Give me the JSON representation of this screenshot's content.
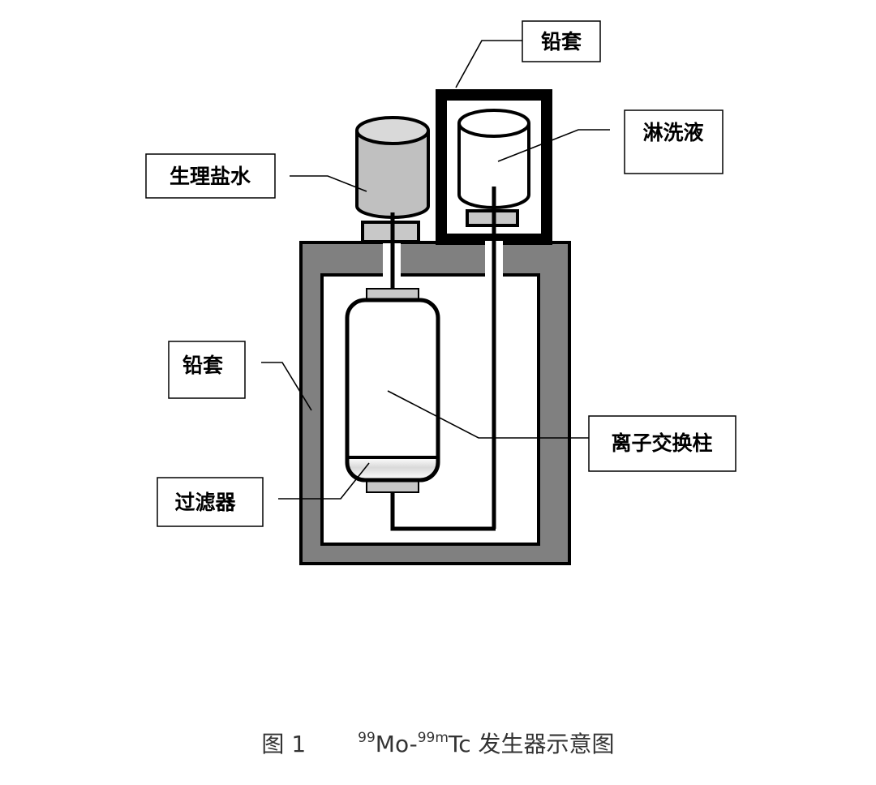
{
  "labels": {
    "lead_shield_top": "铅套",
    "eluent": "淋洗液",
    "saline": "生理盐水",
    "lead_shield_side": "铅套",
    "ion_exchange_column": "离子交换柱",
    "filter": "过滤器"
  },
  "caption": {
    "figure_number": "图 1",
    "mass_mo": "99",
    "parent": "Mo-",
    "mass_tc": "99m",
    "daughter": "Tc",
    "description": " 发生器示意图"
  },
  "colors": {
    "lead_shield": "#808080",
    "saline_bottle": "#c0c0c0",
    "caps": "#c8c8c8",
    "outline": "#000000"
  }
}
